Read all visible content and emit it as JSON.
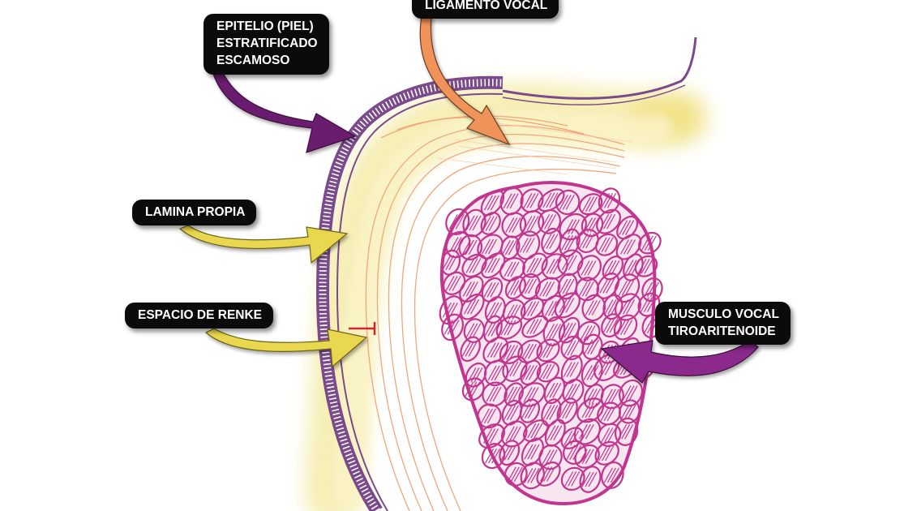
{
  "labels": {
    "ligamento_vocal": [
      "LIGAMENTO VOCAL"
    ],
    "epitelio": [
      "EPITELIO (PIEL)",
      "ESTRATIFICADO",
      "ESCAMOSO"
    ],
    "lamina_propia": [
      "LAMINA PROPIA"
    ],
    "espacio_renke": [
      "ESPACIO DE RENKE"
    ],
    "musculo_vocal": [
      "MUSCULO VOCAL",
      "TIROARITENOIDE"
    ]
  },
  "colors": {
    "epithelium": "#7a4a8a",
    "lamina_glow": "#f3e9a8",
    "ligament_lines": "#f0a77a",
    "muscle": "#c2358f",
    "arrow_purple": "#6b1f6e",
    "arrow_orange": "#f0935a",
    "arrow_yellow": "#e9d84f",
    "renke_marker": "#d3242c",
    "label_bg": "#0b0b0b",
    "label_text": "#ffffff"
  }
}
